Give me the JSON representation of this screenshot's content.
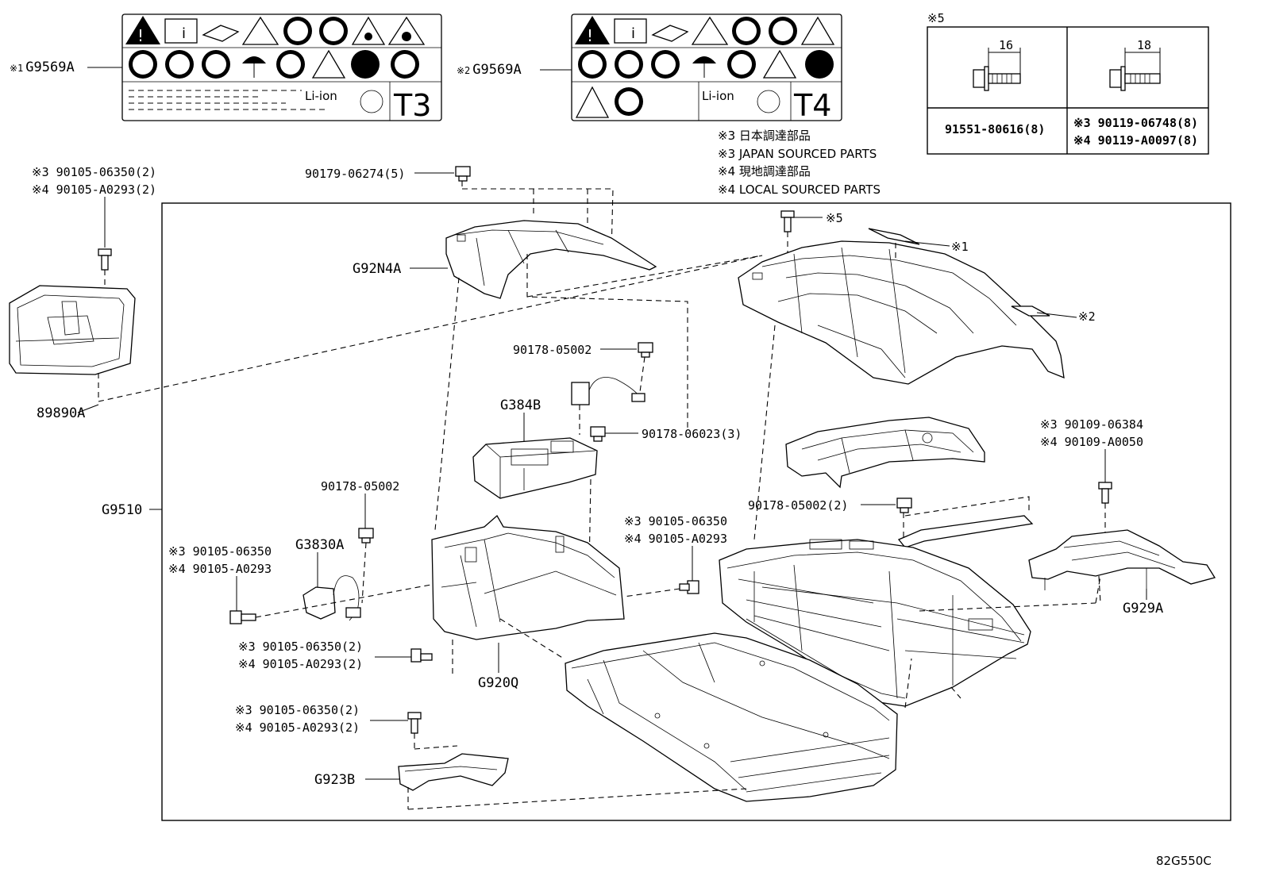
{
  "labels": {
    "label_g9569a_1": "G9569A",
    "label_g9569a_2": "G9569A",
    "label_t3_text": "T3",
    "label_t4_text": "T4",
    "label_li_ion_1": "Li-ion",
    "label_li_ion_2": "Li-ion",
    "mark_1": "※1",
    "mark_2": "※2",
    "mark_5_box": "※5",
    "bolt_dim_16": "16",
    "bolt_dim_18": "18",
    "bolt_91551": "91551-80616(8)",
    "bolt_90119_3": "※3 90119-06748(8)",
    "bolt_90119_4": "※4 90119-A0097(8)",
    "note_3_jp": "※3 日本調達部品",
    "note_3_en": "※3 JAPAN SOURCED PARTS",
    "note_4_jp": "※4 現地調達部品",
    "note_4_en": "※4 LOCAL SOURCED PARTS",
    "top_left_3": "※3 90105-06350(2)",
    "top_left_4": "※4 90105-A0293(2)",
    "p_90179": "90179-06274(5)",
    "p_g92n4a": "G92N4A",
    "p_x5_bolt": "※5",
    "p_x1_ref": "※1",
    "p_x2_ref": "※2",
    "p_89890a": "89890A",
    "p_90178_05002_a": "90178-05002",
    "p_g384b": "G384B",
    "p_90178_06023": "90178-06023(3)",
    "p_90109_3": "※3 90109-06384",
    "p_90109_4": "※4 90109-A0050",
    "p_90178_05002_b": "90178-05002",
    "p_90178_05002_2": "90178-05002(2)",
    "p_g9510": "G9510",
    "p_mid_3": "※3 90105-06350",
    "p_mid_4": "※4 90105-A0293",
    "p_g3830a": "G3830A",
    "p_left_3": "※3 90105-06350",
    "p_left_4": "※4 90105-A0293",
    "p_g929a": "G929A",
    "p_low_3": "※3 90105-06350(2)",
    "p_low_4": "※4 90105-A0293(2)",
    "p_g920q": "G920Q",
    "p_bot_3": "※3 90105-06350(2)",
    "p_bot_4": "※4 90105-A0293(2)",
    "p_g923b": "G923B",
    "figure_code": "82G550C"
  }
}
